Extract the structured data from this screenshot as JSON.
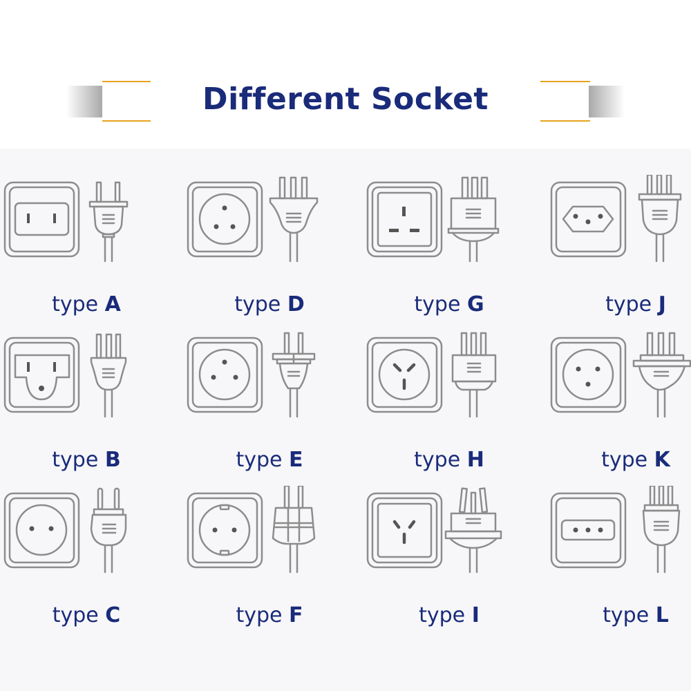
{
  "title": "Different Socket",
  "accent_color": "#e8a21c",
  "title_color": "#1a2b7a",
  "sockets": [
    {
      "prefix": "type",
      "letter": "A"
    },
    {
      "prefix": "type",
      "letter": "D"
    },
    {
      "prefix": "type",
      "letter": "G"
    },
    {
      "prefix": "type",
      "letter": "J"
    },
    {
      "prefix": "type",
      "letter": "B"
    },
    {
      "prefix": "type",
      "letter": "E"
    },
    {
      "prefix": "type",
      "letter": "H"
    },
    {
      "prefix": "type",
      "letter": "K"
    },
    {
      "prefix": "type",
      "letter": "C"
    },
    {
      "prefix": "type",
      "letter": "F"
    },
    {
      "prefix": "type",
      "letter": "I"
    },
    {
      "prefix": "type",
      "letter": "L"
    }
  ]
}
